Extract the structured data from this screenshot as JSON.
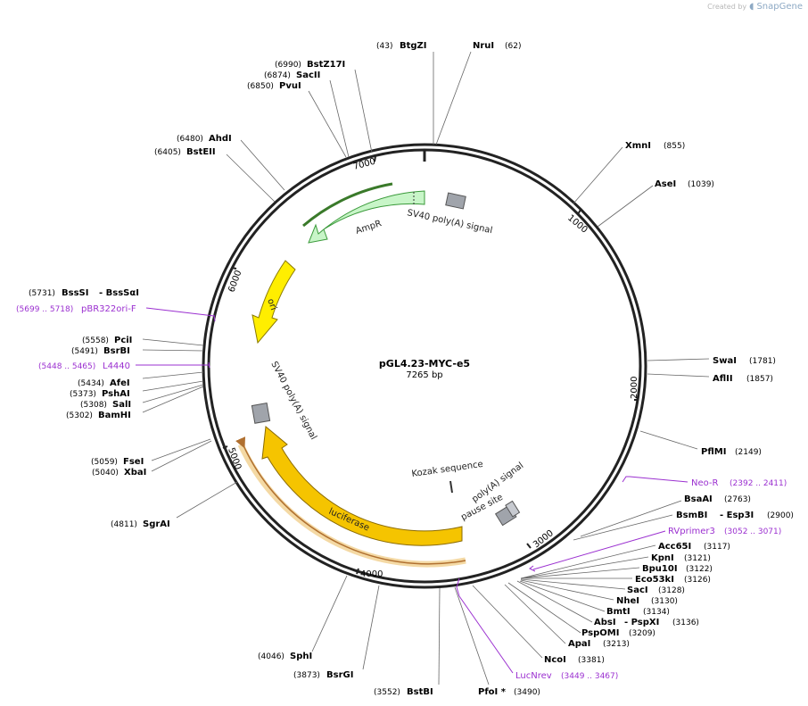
{
  "credit": {
    "prefix": "Created by",
    "brand": "SnapGene"
  },
  "plasmid": {
    "name": "pGL4.23-MYC-e5",
    "length_label": "7265 bp"
  },
  "ticks": [
    "1000",
    "2000",
    "3000",
    "4000",
    "5000",
    "6000",
    "7000"
  ],
  "features": {
    "ampr": "AmpR",
    "ori": "ori",
    "sv40_top": "SV40 poly(A) signal",
    "sv40_left": "SV40 poly(A) signal",
    "luciferase": "luciferase",
    "kozak": "Kozak sequence",
    "polya": "poly(A) signal",
    "pause": "pause site"
  },
  "sites": [
    {
      "name": "BtgZI",
      "pos": "(43)"
    },
    {
      "name": "NruI",
      "pos": "(62)"
    },
    {
      "name": "BstZ17I",
      "pos": "(6990)"
    },
    {
      "name": "SacII",
      "pos": "(6874)"
    },
    {
      "name": "PvuI",
      "pos": "(6850)"
    },
    {
      "name": "AhdI",
      "pos": "(6480)"
    },
    {
      "name": "BstEII",
      "pos": "(6405)"
    },
    {
      "name": "XmnI",
      "pos": "(855)"
    },
    {
      "name": "AseI",
      "pos": "(1039)"
    },
    {
      "name": "BssSI",
      "name2": "- BssSαI",
      "pos": "(5731)"
    },
    {
      "name": "PciI",
      "pos": "(5558)"
    },
    {
      "name": "BsrBI",
      "pos": "(5491)"
    },
    {
      "name": "AfeI",
      "pos": "(5434)"
    },
    {
      "name": "PshAI",
      "pos": "(5373)"
    },
    {
      "name": "SalI",
      "pos": "(5308)"
    },
    {
      "name": "BamHI",
      "pos": "(5302)"
    },
    {
      "name": "SwaI",
      "pos": "(1781)"
    },
    {
      "name": "AflII",
      "pos": "(1857)"
    },
    {
      "name": "PflMI",
      "pos": "(2149)"
    },
    {
      "name": "FseI",
      "pos": "(5059)"
    },
    {
      "name": "XbaI",
      "pos": "(5040)"
    },
    {
      "name": "SgrAI",
      "pos": "(4811)"
    },
    {
      "name": "BsaAI",
      "pos": "(2763)"
    },
    {
      "name": "BsmBI",
      "name2": "- Esp3I",
      "pos": "(2900)"
    },
    {
      "name": "Acc65I",
      "pos": "(3117)"
    },
    {
      "name": "KpnI",
      "pos": "(3121)"
    },
    {
      "name": "Bpu10I",
      "pos": "(3122)"
    },
    {
      "name": "Eco53kI",
      "pos": "(3126)"
    },
    {
      "name": "SacI",
      "pos": "(3128)"
    },
    {
      "name": "NheI",
      "pos": "(3130)"
    },
    {
      "name": "BmtI",
      "pos": "(3134)"
    },
    {
      "name": "AbsI",
      "name2": "- PspXI",
      "pos": "(3136)"
    },
    {
      "name": "PspOMI",
      "pos": "(3209)"
    },
    {
      "name": "ApaI",
      "pos": "(3213)"
    },
    {
      "name": "NcoI",
      "pos": "(3381)"
    },
    {
      "name": "SphI",
      "pos": "(4046)"
    },
    {
      "name": "BsrGI",
      "pos": "(3873)"
    },
    {
      "name": "BstBI",
      "pos": "(3552)"
    },
    {
      "name": "PfoI *",
      "pos": "(3490)"
    }
  ],
  "primers": [
    {
      "name": "pBR322ori-F",
      "pos": "(5699 .. 5718)"
    },
    {
      "name": "L4440",
      "pos": "(5448 .. 5465)"
    },
    {
      "name": "Neo-R",
      "pos": "(2392 .. 2411)"
    },
    {
      "name": "RVprimer3",
      "pos": "(3052 .. 3071)"
    },
    {
      "name": "LucNrev",
      "pos": "(3449 .. 3467)"
    }
  ],
  "colors": {
    "backbone": "#222222",
    "ampr_fill": "#c8f5c8",
    "ampr_stroke": "#3a9a3a",
    "ori_fill": "#ffee00",
    "luciferase_fill": "#f5c400",
    "luciferase_halo": "#f4d9a4",
    "polya_box": "#a0a4ab",
    "primer": "#9b30d0"
  }
}
